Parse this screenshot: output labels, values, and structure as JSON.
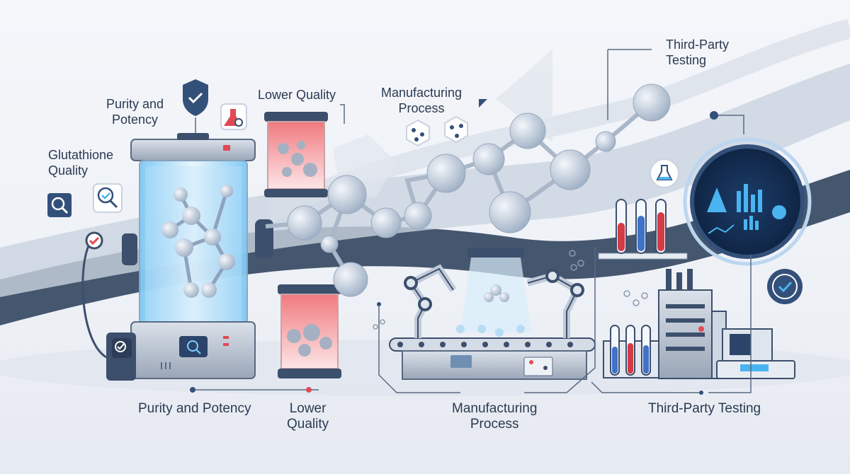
{
  "labels": {
    "glutathione_quality": "Glutathione\nQuality",
    "purity_top": "Purity and\nPotency",
    "lower_quality_top": "Lower Quality",
    "manufacturing_top": "Manufacturing\nProcess",
    "third_party_top": "Third-Party\nTesting",
    "purity_bottom": "Purity and Potency",
    "lower_quality_bottom": "Lower\nQuality",
    "manufacturing_bottom": "Manufacturing\nProcess",
    "third_party_bottom": "Third-Party Testing"
  },
  "icons": {
    "shield": "shield-check-icon",
    "magnifier": "magnifier-icon",
    "flask": "flask-icon",
    "check_badge": "check-badge-icon"
  },
  "colors": {
    "primary": "#33507a",
    "accent_blue": "#4ab4f0",
    "accent_red": "#e14a52",
    "molecule": "#c4cfdc"
  }
}
